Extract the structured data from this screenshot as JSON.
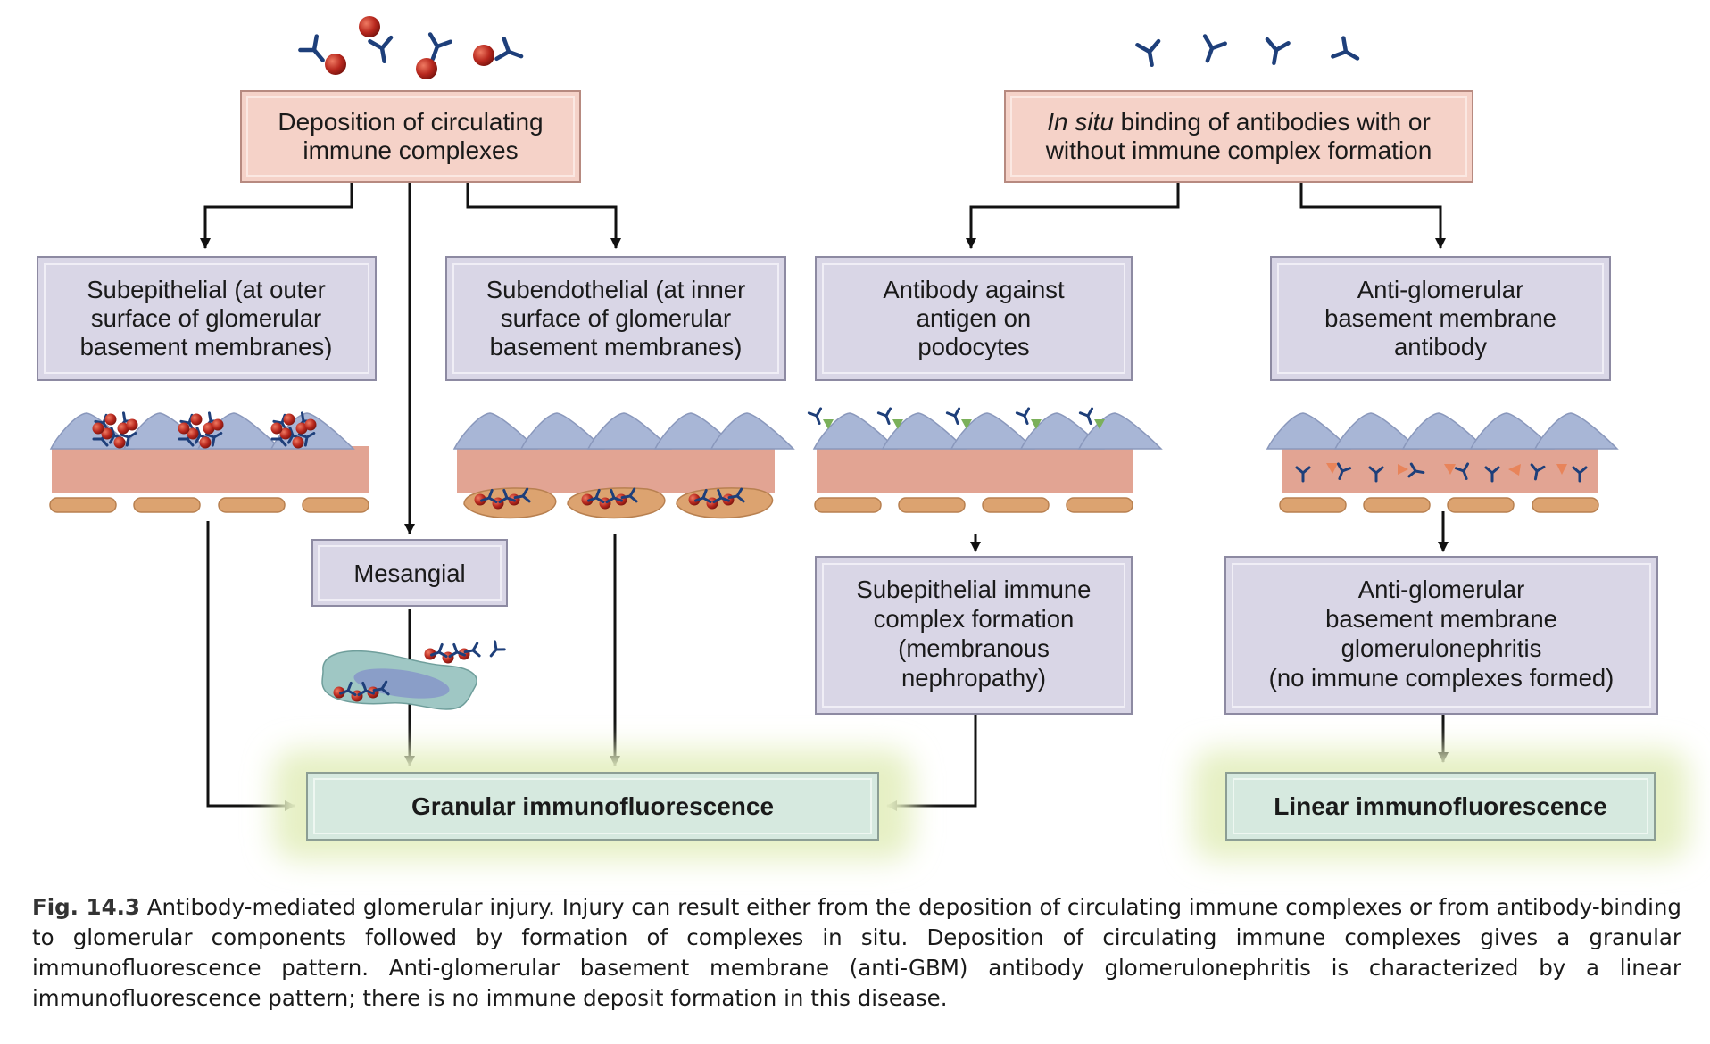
{
  "boxes": {
    "deposition": [
      "Deposition of circulating",
      "immune complexes"
    ],
    "in_situ": {
      "italic": "In situ",
      "line1_rest": " binding of antibodies with or",
      "line2": "without immune complex formation"
    },
    "subepithelial": [
      "Subepithelial (at outer",
      "surface of glomerular",
      "basement membranes)"
    ],
    "subendothelial": [
      "Subendothelial (at inner",
      "surface of glomerular",
      "basement membranes)"
    ],
    "podocyte_antibody": [
      "Antibody against",
      "antigen on",
      "podocytes"
    ],
    "anti_gbm_antibody": [
      "Anti-glomerular",
      "basement membrane",
      "antibody"
    ],
    "mesangial": "Mesangial",
    "membranous": [
      "Subepithelial immune",
      "complex formation",
      "(membranous",
      "nephropathy)"
    ],
    "anti_gbm_gn": [
      "Anti-glomerular",
      "basement membrane",
      "glomerulonephritis",
      "(no immune complexes formed)"
    ],
    "granular": "Granular immunofluorescence",
    "linear": "Linear immunofluorescence"
  },
  "caption": {
    "label": "Fig. 14.3",
    "text": " Antibody-mediated glomerular injury. Injury can result either from the deposition of circulating immune complexes or from antibody-binding to glomerular components followed by formation of complexes in situ. Deposition of circulating immune complexes gives a granular immunofluorescence pattern. Anti-glomerular basement membrane (anti-GBM) antibody glomerulonephritis is characterized by a linear immunofluorescence pattern; there is no immune deposit formation in this disease."
  },
  "colors": {
    "pink_box": "#f5d2c8",
    "lavender_box": "#d9d6e6",
    "green_box": "#d6e9df",
    "glow": "#e6f0c4",
    "membrane": "#e2a493",
    "podocyte": "#a8b6d6",
    "endothelium": "#dca370",
    "antibody": "#1e3f7a",
    "antigen": "#b8281e",
    "mesangial_cell": "#9fc7c4",
    "green_antigen": "#7bb05a",
    "orange_antigen": "#e8845a"
  }
}
